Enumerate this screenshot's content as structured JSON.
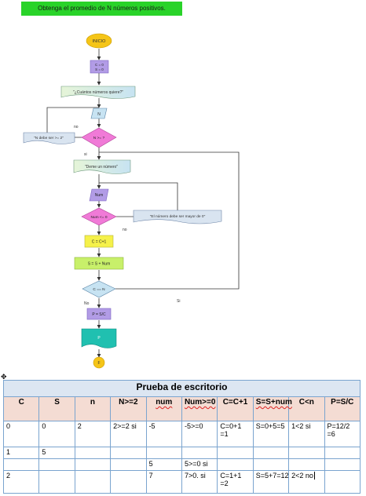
{
  "banner": {
    "text": "Obtenga el promedio de N números positivos."
  },
  "flowchart": {
    "start": "INICIO",
    "init": [
      "C = 0",
      "S = 0"
    ],
    "prompt_n": "\"¿Cuántos números quiere?\"",
    "read_n": "N",
    "cond_n": "N >= ?",
    "error_n": "\"N debe ser >= 2\"",
    "label_no": "no",
    "label_si": "si",
    "prompt_num": "\"Deme un número\"",
    "read_num": "Num",
    "cond_num": "Num <= 0",
    "error_num": "\"El número debe ser mayor de 0\"",
    "label_no2": "no",
    "inc_c": "C = C+1",
    "sum_s": "S = S + Num",
    "cond_c": "C == N",
    "label_no3": "No",
    "label_si3": "Si",
    "avg": "P = S/C",
    "print_p": "P",
    "end": "F",
    "colors": {
      "terminator": "#f5c518",
      "process": "#b29ce6",
      "io": "#cfe8d2",
      "decision": "#f07ad7",
      "plain_process": "#c8f06a",
      "print": "#20c0b0"
    }
  },
  "table": {
    "anchor_icon": "move-handle-icon",
    "title": "Prueba de escritorio",
    "headers": [
      "C",
      "S",
      "n",
      "N>=2",
      "num",
      "Num>=0",
      "C=C+1",
      "S=S+num",
      "C<n",
      "P=S/C"
    ],
    "rows": [
      [
        "0",
        "0",
        "2",
        "2>=2 si",
        "-5",
        "-5>=0",
        "C=0+1 =1",
        "S=0+5=5",
        "1<2 si",
        "P=12/2 =6"
      ],
      [
        "1",
        "5",
        "",
        "",
        "",
        "",
        "",
        "",
        "",
        ""
      ],
      [
        "",
        "",
        "",
        "",
        "5",
        "5>=0 si",
        "",
        "",
        "",
        ""
      ],
      [
        "2",
        "",
        "",
        "",
        "7",
        "7>0. si",
        "C=1+1 =2",
        "S=5+7=12",
        "2<2 no",
        ""
      ]
    ]
  }
}
